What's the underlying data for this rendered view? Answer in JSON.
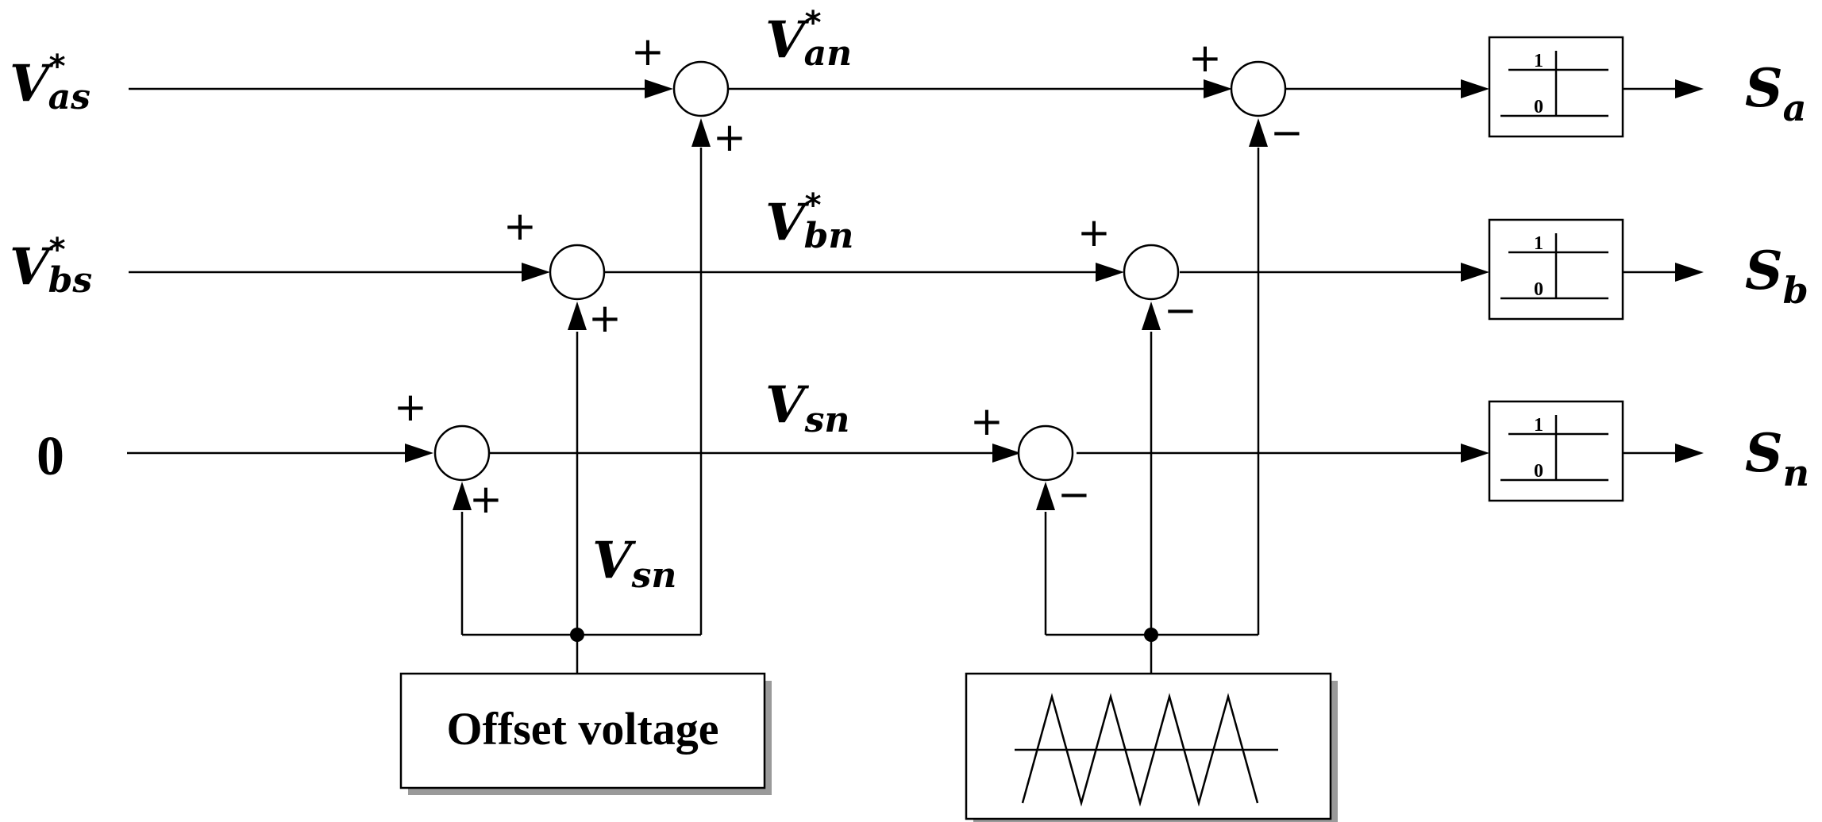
{
  "inputs": {
    "a": {
      "main": "V",
      "sup": "*",
      "sub": "as"
    },
    "b": {
      "main": "V",
      "sup": "*",
      "sub": "bs"
    },
    "zero": "0"
  },
  "signals": {
    "van": {
      "main": "V",
      "sup": "*",
      "sub": "an"
    },
    "vbn": {
      "main": "V",
      "sup": "*",
      "sub": "bn"
    },
    "vsn_top": {
      "main": "V",
      "sub": "sn"
    },
    "vsn_vertical": {
      "main": "V",
      "sub": "sn"
    }
  },
  "outputs": {
    "a": {
      "main": "S",
      "sub": "a"
    },
    "b": {
      "main": "S",
      "sub": "b"
    },
    "n": {
      "main": "S",
      "sub": "n"
    }
  },
  "signs": {
    "plus": "+",
    "minus": "−"
  },
  "blocks": {
    "offset": "Offset voltage",
    "relay_high": "1",
    "relay_low": "0",
    "carrier_icon": "triangle-carrier-icon"
  }
}
